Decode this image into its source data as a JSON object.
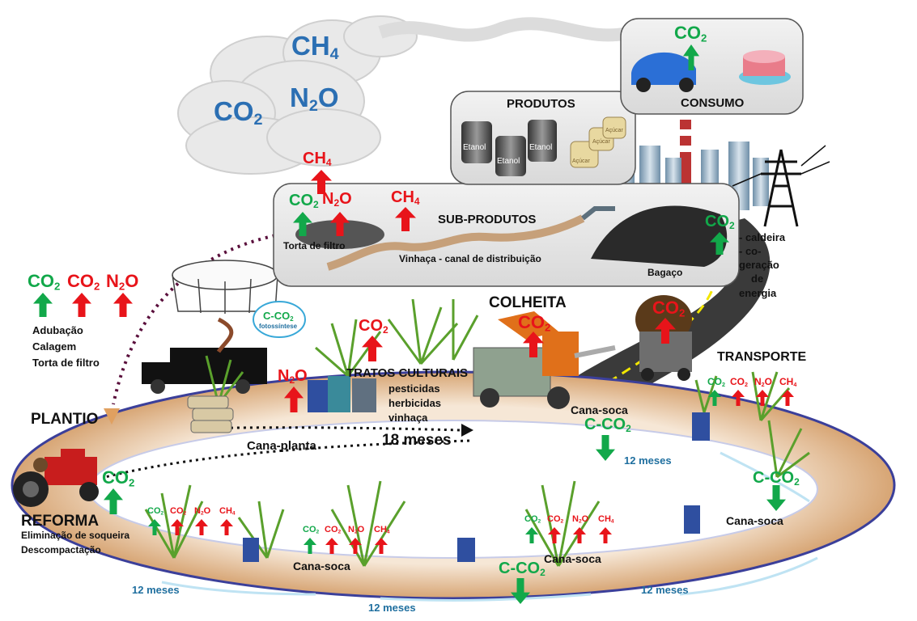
{
  "clouds": {
    "ch4": "CH4",
    "n2o": "N2O",
    "co2": "CO2"
  },
  "boxes": {
    "produtos": {
      "title": "PRODUTOS",
      "ethanol_labels": [
        "Etanol",
        "Etanol",
        "Etanol"
      ],
      "sugar_labels": [
        "Açúcar",
        "Açúcar",
        "Açúcar"
      ]
    },
    "consumo": {
      "title": "CONSUMO",
      "gas": "CO2"
    },
    "subprodutos": {
      "title": "SUB-PRODUTOS",
      "torta": "Torta de filtro",
      "vinhaca": "Vinhaça  -  canal de distribuição",
      "bagaco": "Bagaço",
      "gases_torta": [
        "CO2",
        "N2O"
      ],
      "ch4_top": "CH4",
      "ch4_mid": "CH4",
      "bagaco_gas": "CO2"
    }
  },
  "energy": {
    "lines": [
      "- caldeira",
      "- co-",
      "geração",
      "de",
      "energia"
    ]
  },
  "left_block": {
    "gases": [
      "CO2",
      "CO2",
      "N2O"
    ],
    "items": [
      "Adubação",
      "Calagem",
      "Torta de filtro"
    ]
  },
  "stages": {
    "plantio": "PLANTIO",
    "cana_planta": "Cana-planta",
    "months_18": "18 meses",
    "colheita": "COLHEITA",
    "colheita_gas": "CO2",
    "transporte": "TRANSPORTE",
    "transporte_gas": "CO2",
    "transporte_small": [
      "CO2",
      "CO2",
      "N2O",
      "CH4"
    ],
    "tratos": "TRATOS CULTURAIS",
    "tratos_items": [
      "pesticidas",
      "herbicidas",
      "vinhaça"
    ],
    "tratos_gas_co2": "CO2",
    "tratos_gas_n2o": "N2O",
    "fotossintese_cloud": "C-CO2",
    "fotossintese_label": "fotossíntese",
    "cana_soca_labels": [
      "Cana-soca",
      "Cana-soca",
      "Cana-soca",
      "Cana-soca"
    ],
    "c_co2": [
      "C-CO2",
      "C-CO2",
      "C-CO2"
    ],
    "meses_12": [
      "12 meses",
      "12 meses",
      "12 meses",
      "12 meses"
    ],
    "reforma": "REFORMA",
    "reforma_items": [
      "Eliminação de soqueira",
      "Descompactação"
    ],
    "reforma_gas": "CO2",
    "small_gas_sets": [
      [
        "CO2",
        "CO2",
        "N2O",
        "CH4"
      ],
      [
        "CO2",
        "CO2",
        "N2O",
        "CH4"
      ],
      [
        "CO2",
        "CO2",
        "N2O",
        "CH4"
      ]
    ]
  },
  "colors": {
    "green_arrow": "#12a84a",
    "red_arrow": "#e8141a",
    "cloud_text": "#2b6fb3",
    "ring_outer": "#d9a777",
    "ring_border": "#3b3f9a",
    "months_text": "#1f6f9f"
  }
}
